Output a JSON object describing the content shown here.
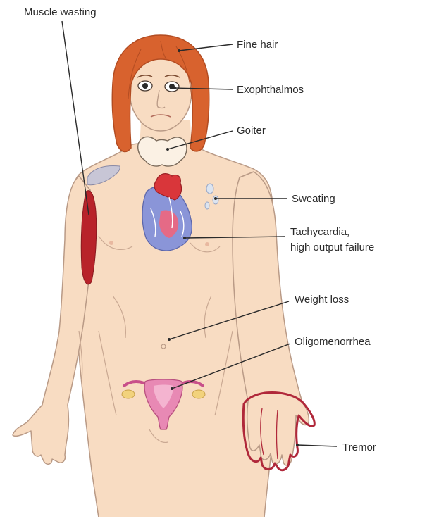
{
  "labels": {
    "muscle_wasting": "Muscle wasting",
    "fine_hair": "Fine hair",
    "exophthalmos": "Exophthalmos",
    "goiter": "Goiter",
    "sweating": "Sweating",
    "tachycardia_line1": "Tachycardia,",
    "tachycardia_line2": "high output failure",
    "weight_loss": "Weight loss",
    "oligomenorrhea": "Oligomenorrhea",
    "tremor": "Tremor"
  },
  "colors": {
    "skin": "#f8dcc2",
    "skin_outline": "#b99a86",
    "hair": "#d8622e",
    "hair_dark": "#b24c22",
    "muscle": "#b8232a",
    "heart_red": "#d9363a",
    "heart_blue": "#8a95d8",
    "uterus": "#e889b4",
    "ovary": "#f2d27c",
    "tremor_outline": "#b0283a",
    "line": "#2a2a2a",
    "text": "#2a2a2a"
  }
}
